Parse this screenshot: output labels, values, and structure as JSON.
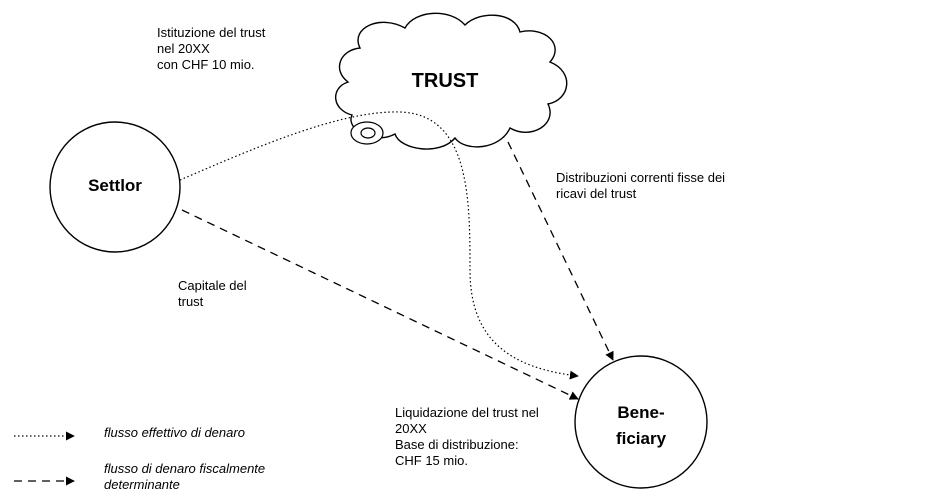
{
  "nodes": {
    "trust": "TRUST",
    "settlor": "Settlor",
    "beneficiary": [
      "Bene-",
      "ficiary"
    ]
  },
  "annotations": {
    "trust_establishment": [
      "Istituzione del trust",
      "nel 20XX",
      "con CHF 10 mio."
    ],
    "current_distributions": [
      "Distribuzioni correnti fisse dei",
      "ricavi del trust"
    ],
    "trust_capital": [
      "Capitale del",
      "trust"
    ],
    "liquidation": [
      "Liquidazione del trust nel",
      "20XX",
      "Base di distribuzione:",
      "CHF 15 mio."
    ]
  },
  "legend": {
    "actual_flow": "flusso effettivo di denaro",
    "fiscal_flow": [
      "flusso di denaro fiscalmente",
      "determinante"
    ]
  },
  "colors": {
    "stroke": "#000000",
    "background": "#ffffff"
  }
}
